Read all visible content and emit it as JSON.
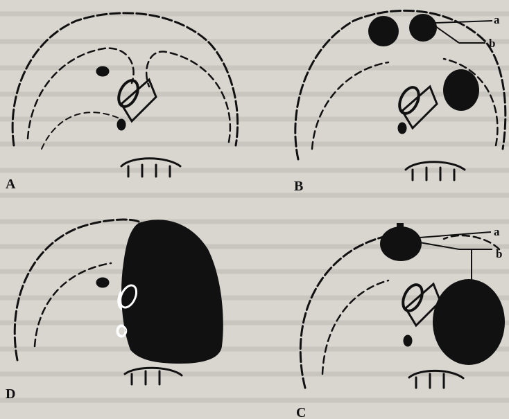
{
  "figure": {
    "panels": [
      {
        "id": "A",
        "label": "A"
      },
      {
        "id": "B",
        "label": "B",
        "callouts": [
          "a",
          "b"
        ]
      },
      {
        "id": "D",
        "label": "D"
      },
      {
        "id": "C",
        "label": "C",
        "callouts": [
          "a",
          "b"
        ]
      }
    ]
  },
  "colors": {
    "paper": "#d9d6d0",
    "ink": "#111111",
    "paper_text_ghost": "#b9b6b0"
  }
}
